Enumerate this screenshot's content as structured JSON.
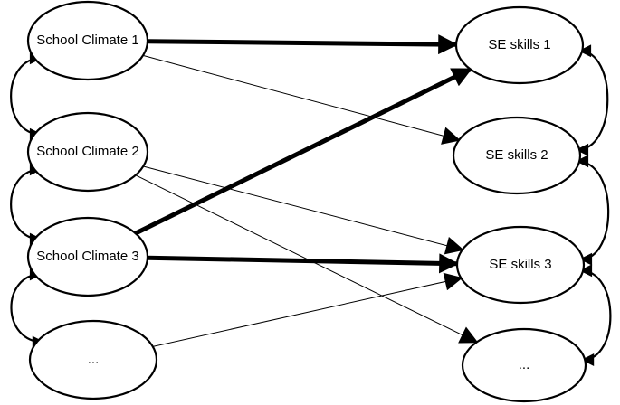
{
  "nodes": {
    "left": [
      {
        "id": "sc1",
        "label": "School Climate 1"
      },
      {
        "id": "sc2",
        "label": "School Climate 2"
      },
      {
        "id": "sc3",
        "label": "School Climate 3"
      },
      {
        "id": "scx",
        "label": "..."
      }
    ],
    "right": [
      {
        "id": "se1",
        "label": "SE skills 1"
      },
      {
        "id": "se2",
        "label": "SE skills 2"
      },
      {
        "id": "se3",
        "label": "SE skills 3"
      },
      {
        "id": "sex",
        "label": "..."
      }
    ]
  },
  "paths": [
    {
      "from": "sc1",
      "to": "se1",
      "strength": "strong"
    },
    {
      "from": "sc1",
      "to": "se2",
      "strength": "weak"
    },
    {
      "from": "sc2",
      "to": "se3",
      "strength": "weak"
    },
    {
      "from": "sc2",
      "to": "sex",
      "strength": "weak"
    },
    {
      "from": "sc3",
      "to": "se1",
      "strength": "strong"
    },
    {
      "from": "sc3",
      "to": "se3",
      "strength": "strong"
    },
    {
      "from": "scx",
      "to": "se3",
      "strength": "weak"
    }
  ],
  "covariances": {
    "left": [
      [
        "sc1",
        "sc2"
      ],
      [
        "sc2",
        "sc3"
      ],
      [
        "sc3",
        "scx"
      ]
    ],
    "right": [
      [
        "se1",
        "se2"
      ],
      [
        "se2",
        "se3"
      ],
      [
        "se3",
        "sex"
      ]
    ]
  },
  "colors": {
    "line": "#000000",
    "node_fill": "#ffffff"
  }
}
